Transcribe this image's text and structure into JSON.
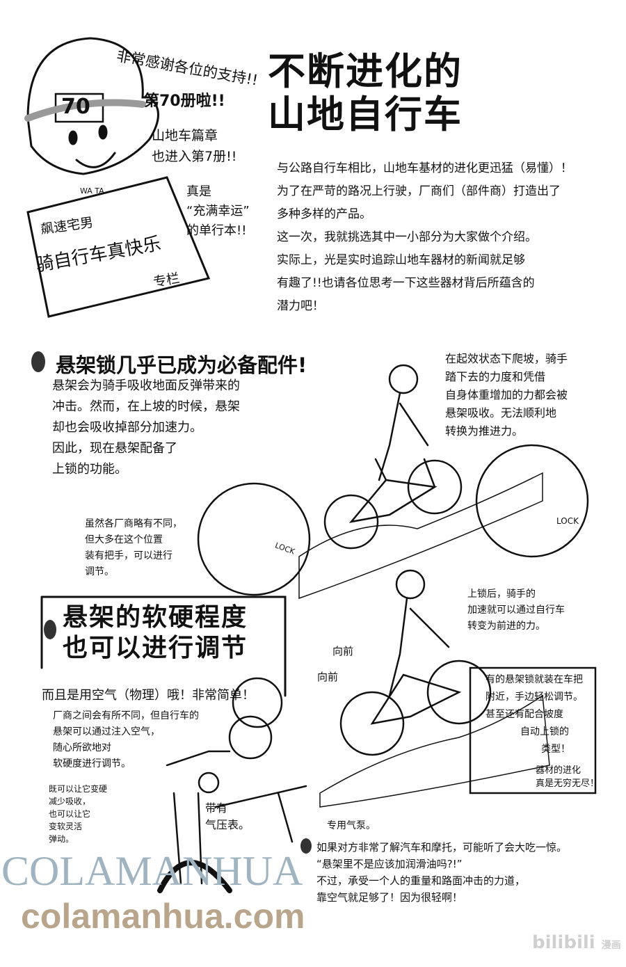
{
  "header": {
    "thanks": "非常感谢各位的支持!!",
    "volume": "第70册啦!!",
    "chapter": [
      "山地车篇章",
      "也进入第7册!!"
    ],
    "lucky": [
      "真是",
      "“充满幸运”",
      "的单行本!!"
    ],
    "cap_number": "70",
    "shirt_logo": "WA TA"
  },
  "sign": {
    "line1": "飙速宅男",
    "line2": "骑自行车真快乐",
    "line3": "专栏"
  },
  "title": [
    "不断进化的",
    "山地自行车"
  ],
  "intro": [
    "与公路自行车相比，山地车基材的进化更迅猛（易懂）！",
    "为了在严苛的路况上行驶，厂商们（部件商）打造出了",
    "多种多样的产品。",
    "这一次，我就挑选其中一小部分为大家做个介绍。",
    "实际上，光是实时追踪山地车器材的新闻就足够",
    "有趣了!!也请各位思考一下这些器材背后所蕴含的",
    "潜力吧！"
  ],
  "section1": {
    "heading": "悬架锁几乎已成为必备配件!",
    "body": [
      "悬架会为骑手吸收地面反弹带来的",
      "冲击。然而，在上坡的时候，悬架",
      "却也会吸收掉部分加速力。",
      "因此，现在悬架配备了",
      "上锁的功能。"
    ],
    "note_right": [
      "在起效状态下爬坡，骑手",
      "踏下去的力度和凭借",
      "自身体重增加的力都会被",
      "悬架吸收。无法顺利地",
      "转换为推进力。"
    ],
    "bubble_left": [
      "虽然各厂商略有不同，",
      "但大多在这个位置",
      "装有把手，可以进行",
      "调节。"
    ],
    "lock_label": "LOCK",
    "note_locked": [
      "上锁后，骑手的",
      "加速就可以通过自行车",
      "转变为前进的力。"
    ],
    "forward": "向前"
  },
  "section2": {
    "heading": [
      "悬架的软硬程度",
      "也可以进行调节"
    ],
    "subhead": "而且是用空气（物理）哦！非常简单！",
    "body": [
      "厂商之间会有所不同，但自行车的",
      "悬架可以通过注入空气，",
      "随心所欲地对",
      "软硬度进行调节。"
    ],
    "note_box": [
      "有的悬架锁就装在车把",
      "附近，手边轻松调节。",
      "甚至还有配合坡度",
      "自动上锁的",
      "类型！"
    ],
    "note_box_end": [
      "器材的进化",
      "真是无穷无尽！"
    ],
    "hardness": [
      "既可以让它变硬",
      "减少吸收，",
      "也可以让它",
      "变软灵活",
      "弹动。"
    ],
    "gauge": [
      "带有",
      "气压表。"
    ],
    "pump": "专用气泵。",
    "closing": [
      "如果对方非常了解汽车和摩托，可能听了会大吃一惊。",
      "“悬架里不是应该加润滑油吗?!”",
      "不过，承受一个人的重量和路面冲击的力道，",
      "靠空气就足够了！因为很轻啊！"
    ]
  },
  "watermarks": {
    "brand": "COLAMANHUA",
    "site": "colamanhua.com",
    "bili": "bilibili",
    "bili_sub": "漫画"
  },
  "colors": {
    "ink": "#111111",
    "watermark_blue": "#9fb3c0",
    "watermark_red": "#c9a7a2",
    "watermark_tan": "#b8a58c",
    "bili_gray": "#cfcfcf"
  }
}
